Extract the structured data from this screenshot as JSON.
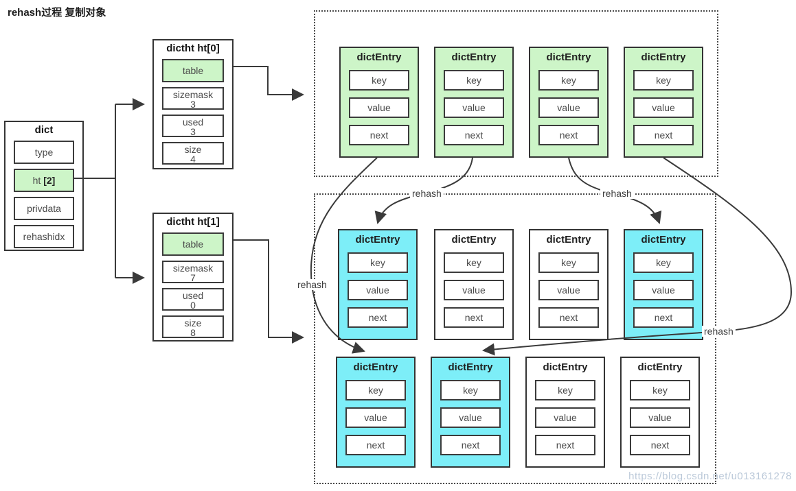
{
  "title": "rehash过程 复制对象",
  "watermark": "https://blog.csdn.net/u013161278",
  "colors": {
    "highlight_green": "#cdf5c8",
    "highlight_cyan": "#7deef8",
    "box_border": "#353535",
    "wire": "#3a3a3a"
  },
  "dict": {
    "title": "dict",
    "fields": [
      {
        "label": "type",
        "highlight": false
      },
      {
        "label": "ht",
        "index": "[2]",
        "highlight": true
      },
      {
        "label": "privdata",
        "highlight": false
      },
      {
        "label": "rehashidx",
        "highlight": false
      }
    ]
  },
  "dictht0": {
    "title": "dictht ht[0]",
    "fields": [
      {
        "label": "table",
        "highlight": true
      },
      {
        "label": "sizemask",
        "value": "3"
      },
      {
        "label": "used",
        "value": "3"
      },
      {
        "label": "size",
        "value": "4"
      }
    ]
  },
  "dictht1": {
    "title": "dictht ht[1]",
    "fields": [
      {
        "label": "table",
        "highlight": true
      },
      {
        "label": "sizemask",
        "value": "7"
      },
      {
        "label": "used",
        "value": "0"
      },
      {
        "label": "size",
        "value": "8"
      }
    ]
  },
  "old_entries": [
    {
      "title": "dictEntry",
      "fields": [
        "key",
        "value",
        "next"
      ],
      "variant": "green"
    },
    {
      "title": "dictEntry",
      "fields": [
        "key",
        "value",
        "next"
      ],
      "variant": "green"
    },
    {
      "title": "dictEntry",
      "fields": [
        "key",
        "value",
        "next"
      ],
      "variant": "green"
    },
    {
      "title": "dictEntry",
      "fields": [
        "key",
        "value",
        "next"
      ],
      "variant": "green"
    }
  ],
  "new_entries_row1": [
    {
      "title": "dictEntry",
      "fields": [
        "key",
        "value",
        "next"
      ],
      "variant": "cyan"
    },
    {
      "title": "dictEntry",
      "fields": [
        "key",
        "value",
        "next"
      ],
      "variant": "plain"
    },
    {
      "title": "dictEntry",
      "fields": [
        "key",
        "value",
        "next"
      ],
      "variant": "plain"
    },
    {
      "title": "dictEntry",
      "fields": [
        "key",
        "value",
        "next"
      ],
      "variant": "cyan"
    }
  ],
  "new_entries_row2": [
    {
      "title": "dictEntry",
      "fields": [
        "key",
        "value",
        "next"
      ],
      "variant": "cyan"
    },
    {
      "title": "dictEntry",
      "fields": [
        "key",
        "value",
        "next"
      ],
      "variant": "cyan"
    },
    {
      "title": "dictEntry",
      "fields": [
        "key",
        "value",
        "next"
      ],
      "variant": "plain"
    },
    {
      "title": "dictEntry",
      "fields": [
        "key",
        "value",
        "next"
      ],
      "variant": "plain"
    }
  ],
  "rehash_labels": [
    "rehash",
    "rehash",
    "rehash",
    "rehash"
  ]
}
